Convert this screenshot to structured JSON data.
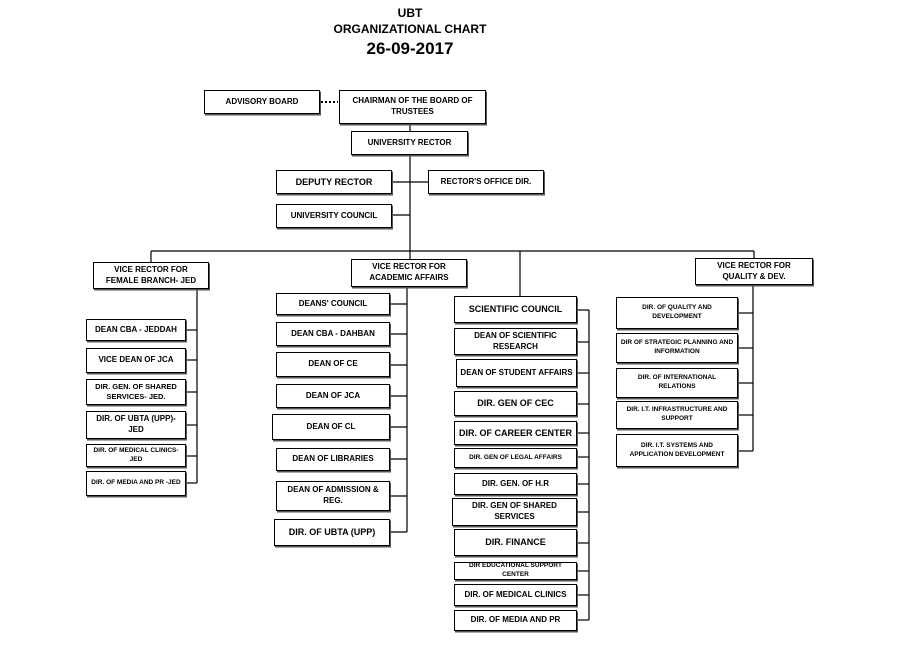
{
  "header": {
    "line1": "UBT",
    "line2": "ORGANIZATIONAL CHART",
    "date": "26-09-2017"
  },
  "top": {
    "advisory_board": "ADVISORY BOARD",
    "chairman": "CHAIRMAN OF THE BOARD OF TRUSTEES",
    "university_rector": "UNIVERSITY RECTOR",
    "deputy_rector": "DEPUTY RECTOR",
    "rectors_office": "RECTOR'S OFFICE DIR.",
    "university_council": "UNIVERSITY COUNCIL"
  },
  "female_branch": {
    "head": "VICE RECTOR FOR FEMALE BRANCH- JED",
    "items": [
      "DEAN CBA - JEDDAH",
      "VICE DEAN OF JCA",
      "DIR. GEN. OF SHARED SERVICES- JED.",
      "DIR. OF UBTA (UPP)-JED",
      "DIR. OF MEDICAL CLINICS-JED",
      "DIR. OF MEDIA AND PR -JED"
    ]
  },
  "academic_affairs": {
    "head": "VICE RECTOR FOR ACADEMIC AFFAIRS",
    "items": [
      "DEANS' COUNCIL",
      "DEAN CBA - DAHBAN",
      "DEAN OF CE",
      "DEAN OF JCA",
      "DEAN OF CL",
      "DEAN OF LIBRARIES",
      "DEAN OF ADMISSION & REG.",
      "DIR. OF UBTA (UPP)"
    ]
  },
  "rector_units": {
    "items": [
      "SCIENTIFIC COUNCIL",
      "DEAN OF SCIENTIFIC RESEARCH",
      "DEAN OF STUDENT AFFAIRS",
      "DIR. GEN OF CEC",
      "DIR. OF CAREER CENTER",
      "DIR. GEN OF LEGAL AFFAIRS",
      "DIR. GEN. OF H.R",
      "DIR. GEN OF SHARED SERVICES",
      "DIR. FINANCE",
      "DIR EDUCATIONAL SUPPORT CENTER",
      "DIR. OF MEDICAL CLINICS",
      "DIR. OF MEDIA AND PR"
    ]
  },
  "quality": {
    "head": "VICE RECTOR FOR QUALITY & DEV.",
    "items": [
      "DIR. OF QUALITY AND DEVELOPMENT",
      "DIR OF STRATEGIC PLANNING AND INFORMATION",
      "DIR. OF INTERNATIONAL RELATIONS",
      "DIR. I.T. INFRASTRUCTURE AND SUPPORT",
      "DIR. I.T. SYSTEMS AND APPLICATION DEVELOPMENT"
    ]
  }
}
